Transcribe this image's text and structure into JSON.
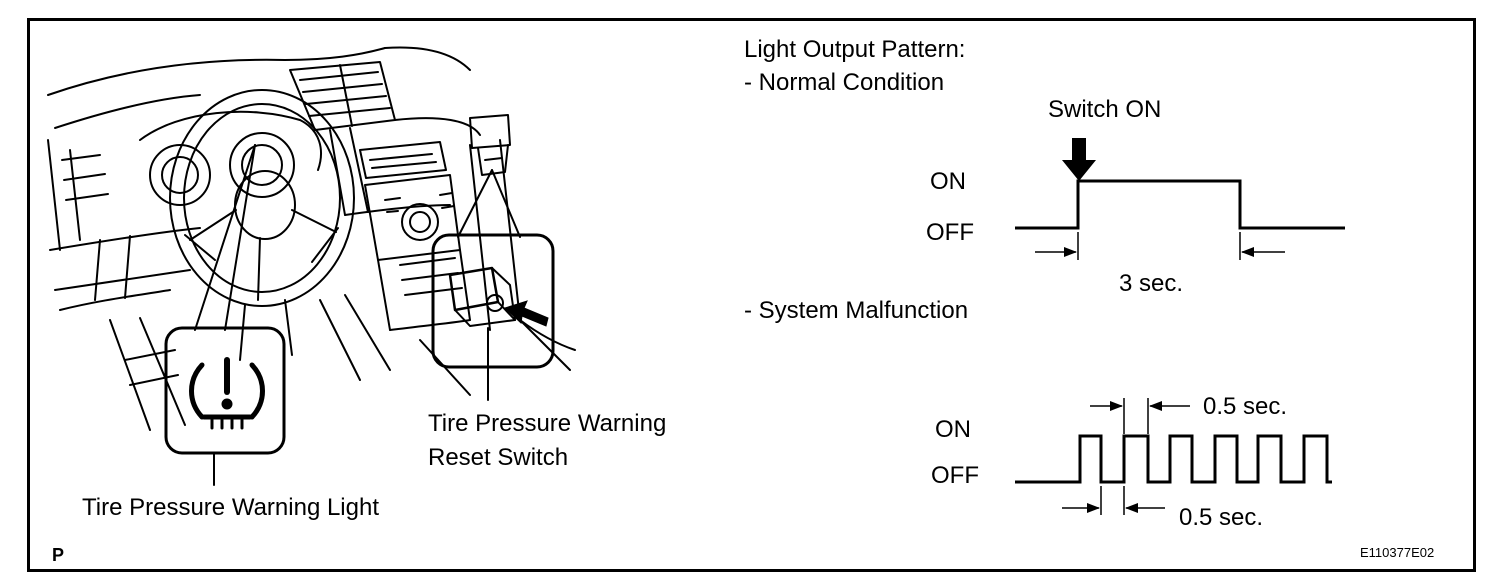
{
  "left_panel": {
    "light_label": "Tire Pressure Warning Light",
    "switch_label_line1": "Tire Pressure Warning",
    "switch_label_line2": "Reset Switch",
    "warning_icon": "tire-pressure-warning-icon"
  },
  "right_panel": {
    "heading": "Light Output Pattern:",
    "normal_heading": "- Normal Condition",
    "switch_on": "Switch ON",
    "on_label": "ON",
    "off_label": "OFF",
    "normal_duration": "3 sec.",
    "malfunction_heading": "- System Malfunction",
    "mal_on_label": "ON",
    "mal_off_label": "OFF",
    "pulse_on_duration": "0.5 sec.",
    "pulse_off_duration": "0.5 sec."
  },
  "footer": {
    "corner_letter": "P",
    "figure_code": "E110377E02"
  }
}
